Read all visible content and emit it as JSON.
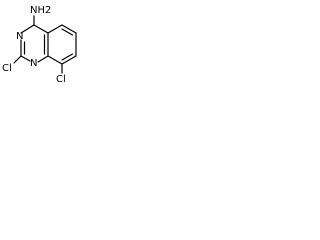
{
  "molecule": {
    "atoms": {
      "amine": "NH2",
      "n1": "N",
      "n3": "N",
      "cl2": "Cl",
      "cl8": "Cl"
    }
  }
}
